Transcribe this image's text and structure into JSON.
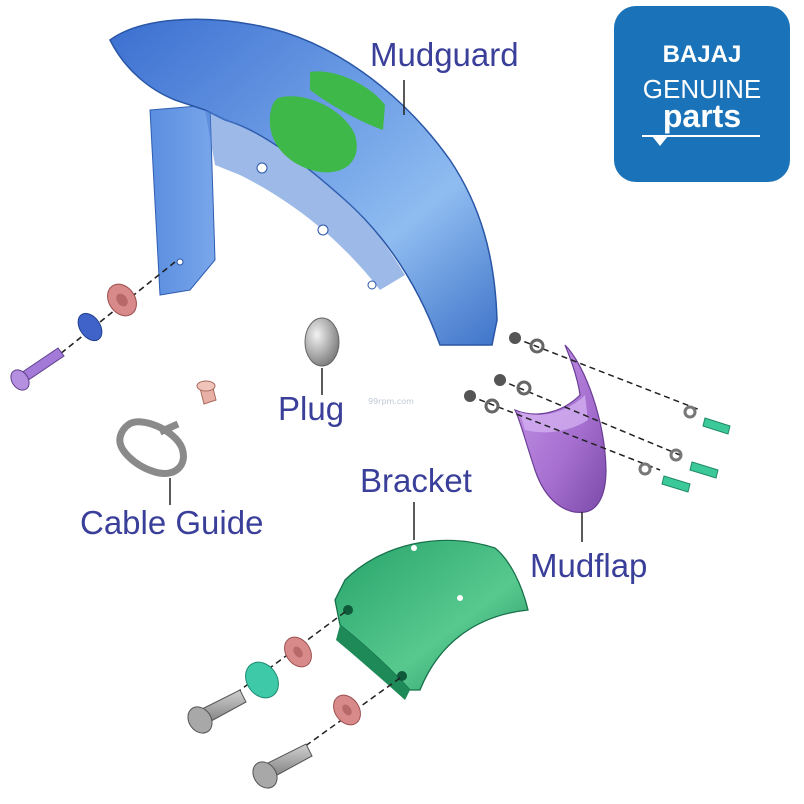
{
  "logo": {
    "brand": "BAJAJ",
    "line2": "GENUINE",
    "line3": "parts",
    "background": "#1a73b9"
  },
  "watermark": "99rpm.com",
  "labels": {
    "mudguard": "Mudguard",
    "plug": "Plug",
    "cable_guide": "Cable Guide",
    "bracket": "Bracket",
    "mudflap": "Mudflap"
  },
  "colors": {
    "label_text": "#3a3f9a",
    "mudguard": "#4a7fd4",
    "mudguard_patch": "#3fb84a",
    "bracket": "#2fa86a",
    "mudflap": "#a66fd0",
    "washer": "#d88a8a",
    "bolt_grey": "#9a9a9a"
  }
}
